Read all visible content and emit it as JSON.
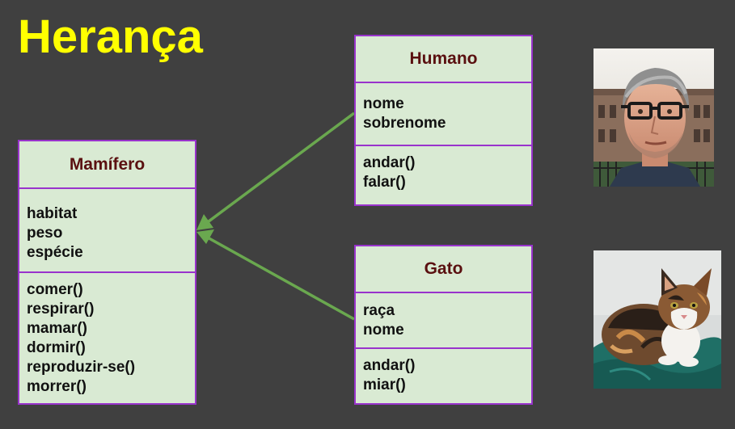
{
  "title": "Herança",
  "classes": {
    "mamifero": {
      "name": "Mamífero",
      "attributes": [
        "habitat",
        "peso",
        "espécie"
      ],
      "methods": [
        "comer()",
        "respirar()",
        "mamar()",
        "dormir()",
        "reproduzir-se()",
        "morrer()"
      ]
    },
    "humano": {
      "name": "Humano",
      "attributes": [
        "nome",
        "sobrenome"
      ],
      "methods": [
        "andar()",
        "falar()"
      ]
    },
    "gato": {
      "name": "Gato",
      "attributes": [
        "raça",
        "nome"
      ],
      "methods": [
        "andar()",
        "miar()"
      ]
    }
  },
  "relations": [
    {
      "from": "humano",
      "to": "mamifero",
      "type": "inheritance"
    },
    {
      "from": "gato",
      "to": "mamifero",
      "type": "inheritance"
    }
  ],
  "colors": {
    "background": "#404040",
    "title": "#FFFF00",
    "box_fill": "#D9EAD3",
    "box_border": "#9933CC",
    "class_name": "#5A1010",
    "arrow": "#6AA84F"
  },
  "images": [
    {
      "name": "man-portrait-photo"
    },
    {
      "name": "tabby-cat-photo"
    }
  ]
}
